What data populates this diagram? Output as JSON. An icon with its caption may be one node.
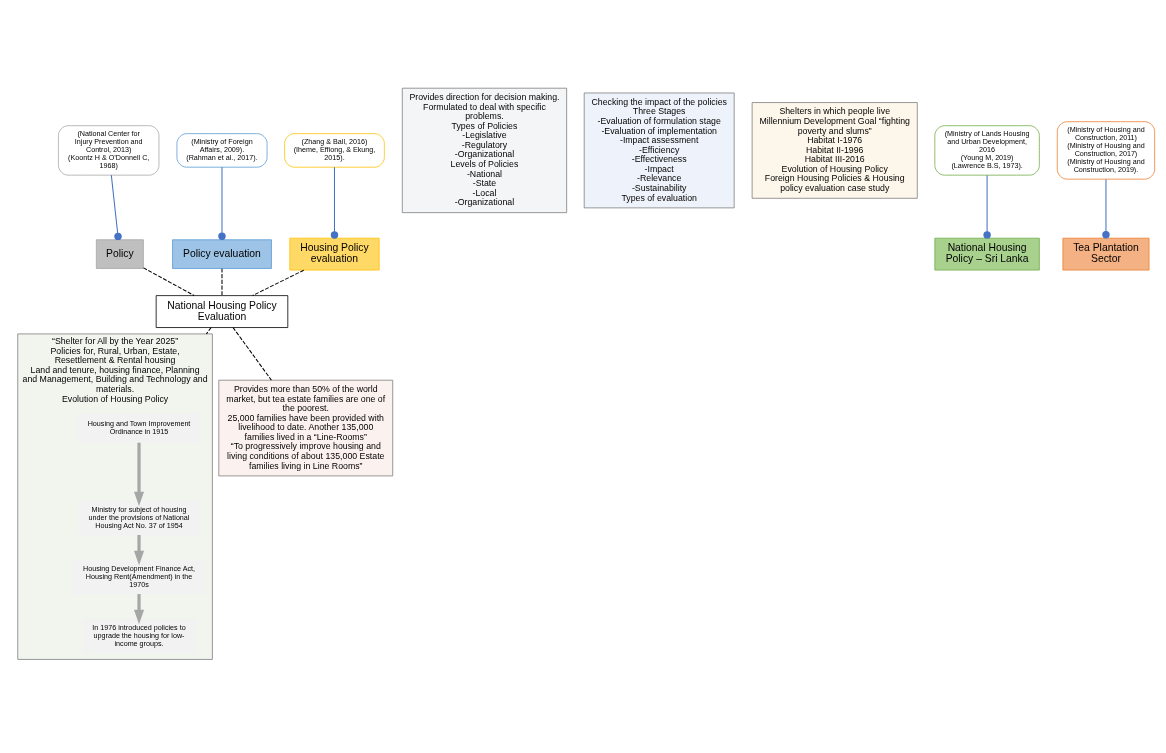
{
  "diagram": {
    "nodes": [
      {
        "text": [
          "National Housing Policy Evaluation"
        ]
      },
      {
        "text": [
          "Policy"
        ]
      },
      {
        "text": [
          "Provides direction for decision making.",
          "Formulated to deal with specific problems.",
          "Types of Policies",
          "-Legislative",
          "-Regulatory",
          "-Organizational",
          "Levels of Policies",
          "-National",
          "-State",
          "-Local",
          "-Organizational"
        ]
      },
      {
        "text": [
          "(National Center for Injury Prevention and Control, 2013)",
          "(Koontz H & O’Donnell C, 1968)"
        ]
      },
      {
        "text": [
          "Policy evaluation"
        ]
      },
      {
        "text": [
          "Checking the impact of the policies",
          "Three Stages",
          "-Evaluation of formulation stage",
          "-Evaluation of implementation",
          "-Impact assessment",
          "-Efficiency",
          "-Effectiveness",
          "-Impact",
          "-Relevance",
          "-Sustainability",
          "Types of evaluation"
        ]
      },
      {
        "text": [
          "(Ministry of Foreign Affairs, 2009).",
          "(Rahman et al., 2017)."
        ]
      },
      {
        "text": [
          "Housing Policy evaluation"
        ]
      },
      {
        "text": [
          "Shelters in which people live",
          "Millennium Development Goal “fighting poverty and slums”",
          "Habitat I-1976",
          "Habitat II-1996",
          "Habitat III-2016",
          "Evolution of Housing Policy",
          "Foreign Housing Policies & Housing policy evaluation case study"
        ]
      },
      {
        "text": [
          "(Zhang & Ball, 2016)",
          "(Iheme, Effiong, & Ekung, 2015)."
        ]
      },
      {
        "text": [
          "National Housing Policy – Sri Lanka"
        ]
      },
      {
        "text": [
          "(Ministry of Lands Housing and Urban Development, 2016",
          "(Young M, 2019)",
          "(Lawrence B.S, 1973)."
        ]
      },
      {
        "text": [
          "“Shelter for All by the Year 2025”",
          "Policies for, Rural, Urban, Estate, Resettlement & Rental housing",
          "Land and tenure, housing finance, Planning and Management, Building and Technology and materials.",
          "Evolution of Housing Policy"
        ]
      },
      {
        "text": [
          "Housing and Town Improvement Ordinance in 1915"
        ],
        "in": 12
      },
      {
        "text": [
          "Ministry for subject of housing under the provisions of National Housing Act No. 37 of 1954"
        ],
        "in": 12
      },
      {
        "text": [
          "Housing Development Finance Act, Housing Rent(Amendment) in the 1970s"
        ],
        "in": 12
      },
      {
        "text": [
          "In 1976 introduced policies to upgrade the housing for low-income groups."
        ],
        "in": 12
      },
      {
        "text": [
          "Tea Plantation Sector"
        ]
      },
      {
        "text": [
          "(Ministry of Housing and Construction, 2011)",
          "(Ministry of Housing and Construction, 2017)",
          "(Ministry of Housing and Construction, 2019)."
        ]
      },
      {
        "text": [
          "Provides more than 50% of the world market, but tea estate families are one of the poorest.",
          "25,000 families have been provided with livelihood to date. Another 135,000 families lived in a “Line-Rooms”",
          "“To progressively improve housing and living conditions of about 135,000 Estate families living in Line Rooms”"
        ]
      }
    ],
    "edges": [
      {
        "from": 0,
        "to": 1,
        "arrow": "none",
        "style": "dashed"
      },
      {
        "from": 0,
        "to": 4,
        "arrow": "none",
        "style": "dashed"
      },
      {
        "from": 0,
        "to": 7,
        "arrow": "none",
        "style": "dashed"
      },
      {
        "from": 0,
        "to": 12,
        "arrow": "none",
        "style": "dashed"
      },
      {
        "from": 0,
        "to": 19,
        "arrow": "none",
        "style": "dashed"
      },
      {
        "from": 3,
        "to": 1,
        "arrow": "other",
        "color": "#4472c4"
      },
      {
        "from": 6,
        "to": 4,
        "arrow": "other",
        "color": "#4472c4"
      },
      {
        "from": 9,
        "to": 7,
        "arrow": "other",
        "color": "#4472c4"
      },
      {
        "from": 11,
        "to": 10,
        "arrow": "other",
        "color": "#4472c4"
      },
      {
        "from": 18,
        "to": 17,
        "arrow": "other",
        "color": "#4472c4"
      },
      {
        "from": 13,
        "to": 14,
        "arrow": "to",
        "style": "thick",
        "color": "#a6a6a6"
      },
      {
        "from": 14,
        "to": 15,
        "arrow": "to",
        "style": "thick",
        "color": "#a6a6a6"
      },
      {
        "from": 15,
        "to": 16,
        "arrow": "to",
        "style": "thick",
        "color": "#a6a6a6"
      }
    ]
  }
}
